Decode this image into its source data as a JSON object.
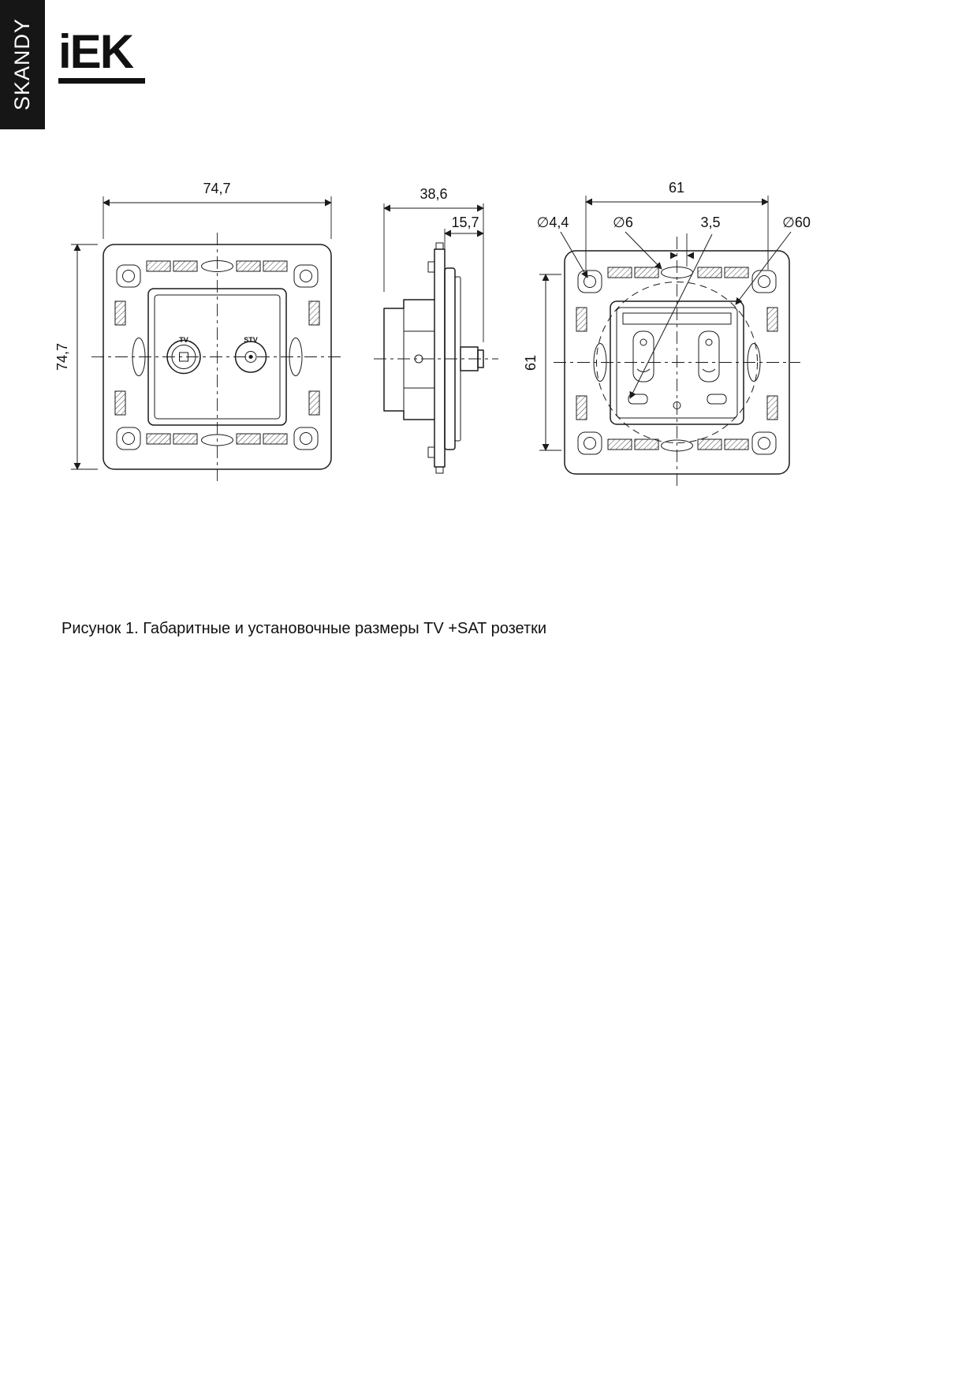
{
  "page": {
    "series_tab": "SKANDY",
    "brand": "iEK",
    "caption": "Рисунок 1. Габаритные и установочные размеры TV +SAT розетки"
  },
  "figure": {
    "front_view": {
      "width_dim": "74,7",
      "height_dim": "74,7",
      "tv_label": "TV",
      "stv_label": "STV"
    },
    "side_view": {
      "total_depth_dim": "38,6",
      "front_depth_dim": "15,7"
    },
    "back_view": {
      "width_dim": "61",
      "height_dim": "61",
      "corner_hole_dia": "∅4,4",
      "slot_dia": "∅6",
      "offset_dim": "3,5",
      "install_circle_dia": "∅60"
    }
  }
}
